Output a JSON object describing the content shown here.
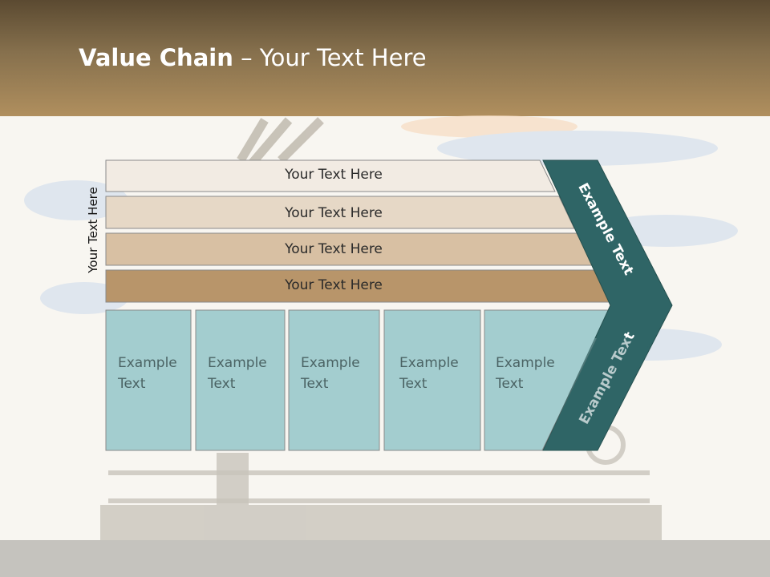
{
  "slide": {
    "title_bold": "Value Chain",
    "title_rest": " – Your Text Here",
    "vertical_label": "Your Text Here"
  },
  "bars": [
    {
      "label": "Your Text Here",
      "color": "#f2ebe3"
    },
    {
      "label": "Your Text Here",
      "color": "#e6d8c6"
    },
    {
      "label": "Your Text Here",
      "color": "#d8c0a3"
    },
    {
      "label": "Your Text Here",
      "color": "#b8956a"
    }
  ],
  "boxes": [
    {
      "line1": "Example",
      "line2": "Text"
    },
    {
      "line1": "Example",
      "line2": "Text"
    },
    {
      "line1": "Example",
      "line2": "Text"
    },
    {
      "line1": "Example",
      "line2": "Text"
    },
    {
      "line1": "Example",
      "line2": "Text"
    }
  ],
  "chevron": {
    "upper_label": "Example Text",
    "lower_label": "Example Text",
    "color": "#2f6566"
  },
  "colors": {
    "box_fill": "#a3cdcf",
    "header_top": "#5b4a31",
    "header_bottom": "#b08f5e"
  }
}
